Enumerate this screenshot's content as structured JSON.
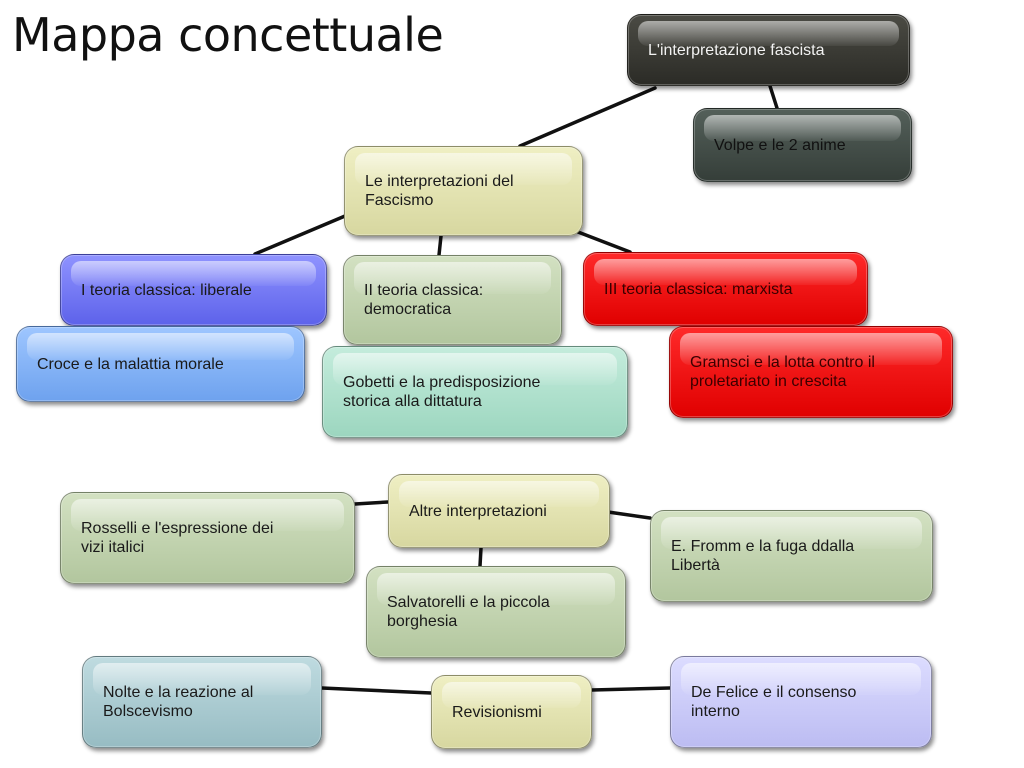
{
  "title": "Mappa concettuale",
  "nodes": {
    "fascist": "L'interpretazione fascista",
    "volpe": "Volpe e le 2 anime",
    "interpretations": "Le interpretazioni del\nFascismo",
    "liberal": "I teoria classica: liberale",
    "democratic": "II teoria classica:\ndemocratica",
    "marxist": "III teoria classica: marxista",
    "croce": "Croce e la malattia morale",
    "gobetti": "Gobetti e la predisposizione\nstorica alla dittatura",
    "gramsci": "Gramsci e la lotta contro il\nproletariato in crescita",
    "other": "Altre interpretazioni",
    "rosselli": "Rosselli e l'espressione dei\nvizi italici",
    "fromm": "E. Fromm e la fuga ddalla\nLibertà",
    "salvatorelli": "Salvatorelli e la piccola\nborghesia",
    "revisionism": "Revisionismi",
    "nolte": "Nolte e la reazione al\nBolscevismo",
    "defelice": "De Felice e il consenso\ninterno"
  },
  "colors": {
    "dark": "#2f2f2b",
    "yellow": "#e3e3b0",
    "blue": "#6d72f4",
    "light_blue": "#7fb0f4",
    "green": "#c2d4ae",
    "mint": "#aee0cc",
    "red": "#f00000",
    "teal": "#a8c9cf",
    "lavender": "#cacaf8"
  }
}
